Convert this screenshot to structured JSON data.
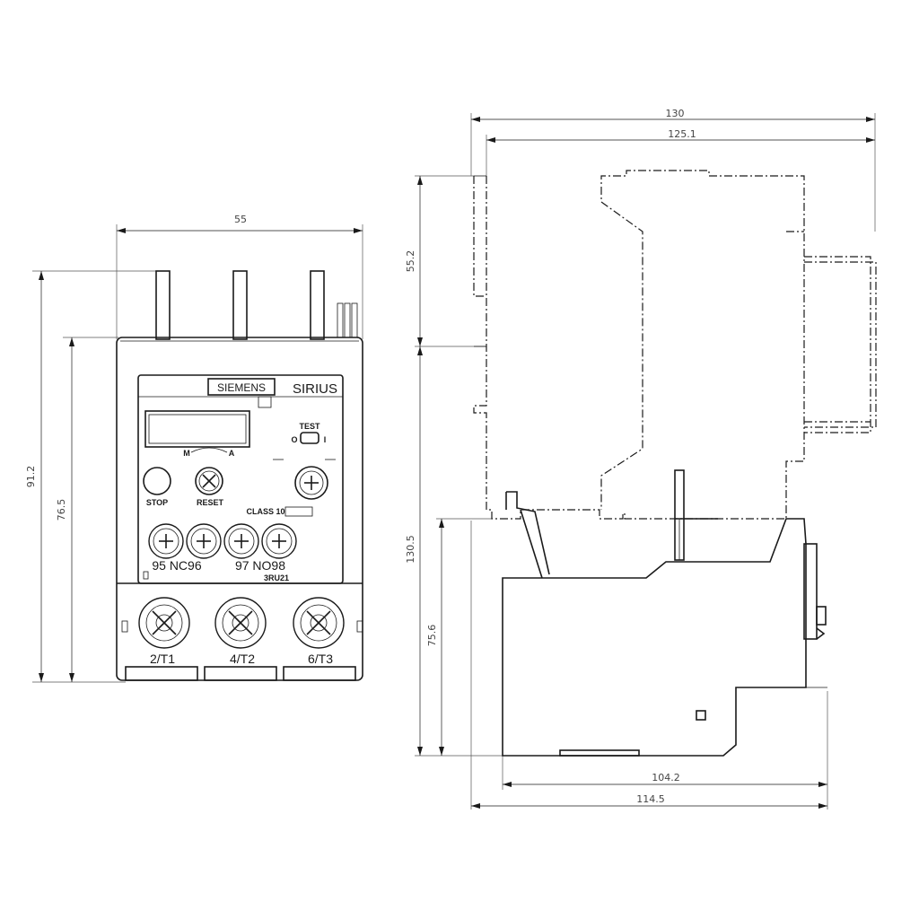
{
  "front_view": {
    "dim_width": "55",
    "dim_height_total": "91.2",
    "dim_height_body": "76.5",
    "brand": "SIEMENS",
    "product": "SIRIUS",
    "label_m": "M",
    "label_a": "A",
    "label_test": "TEST",
    "label_o": "O",
    "label_i": "I",
    "label_stop": "STOP",
    "label_reset": "RESET",
    "label_class": "CLASS 10",
    "contact_nc": "95 NC96",
    "contact_no": "97 NO98",
    "model": "3RU21",
    "terminal_1": "2/T1",
    "terminal_2": "4/T2",
    "terminal_3": "6/T3"
  },
  "side_view": {
    "dim_top_outer": "130",
    "dim_top_inner": "125.1",
    "dim_left_upper": "55.2",
    "dim_left_total": "130.5",
    "dim_left_lower": "75.6",
    "dim_bottom_inner": "104.2",
    "dim_bottom_outer": "114.5"
  }
}
